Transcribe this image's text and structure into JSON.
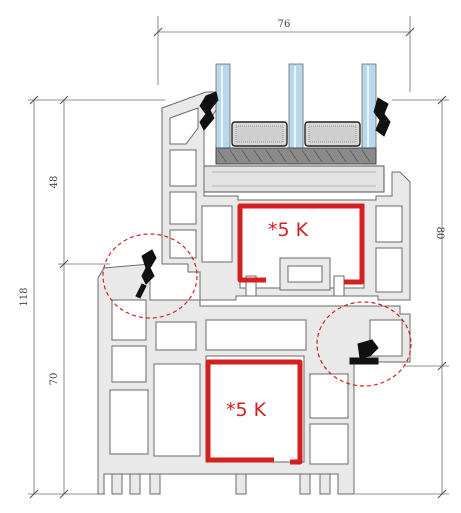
{
  "dimensions": {
    "top_width": "76",
    "sash_height": "48",
    "total_height": "118",
    "frame_height": "70",
    "right_height": "80"
  },
  "reinforcement_labels": {
    "sash": "*5 K",
    "frame": "*5 K"
  },
  "colors": {
    "profile_fill": "#e9e9e9",
    "profile_stroke": "#6a6a6a",
    "chamber_fill": "#ffffff",
    "reinforcement": "#d42020",
    "gasket": "#111111",
    "glass": "#b9d8ec",
    "dimension_line": "#6e6e6e",
    "detail_circle": "#d42020"
  }
}
